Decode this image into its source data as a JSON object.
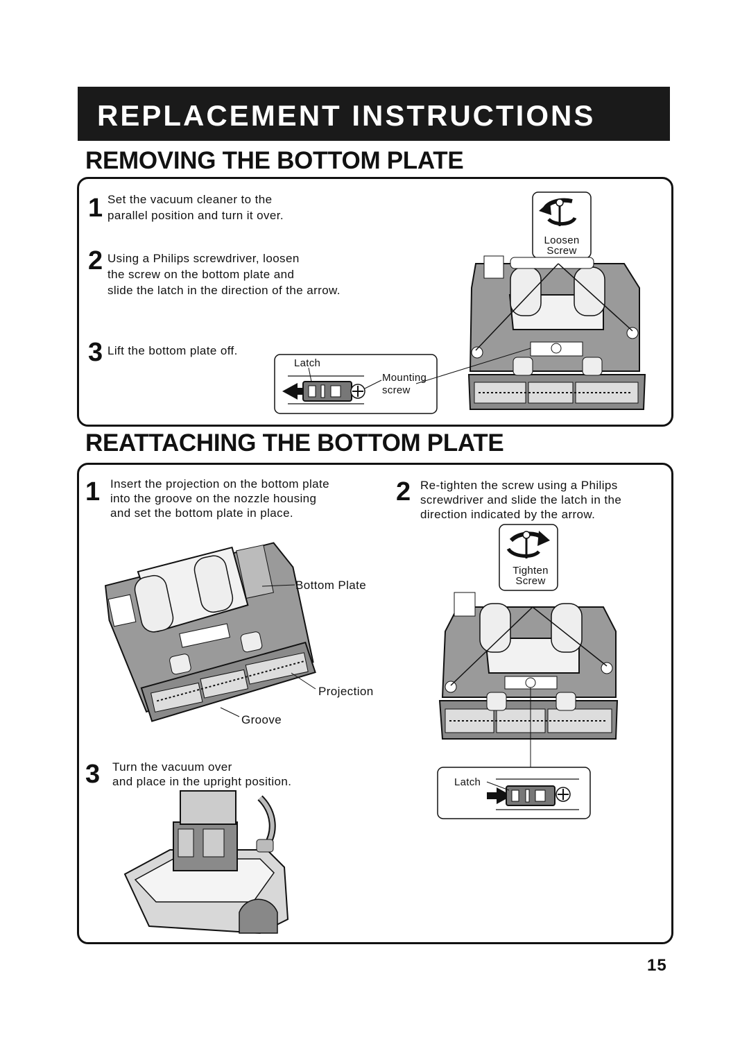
{
  "page": {
    "title": "REPLACEMENT INSTRUCTIONS",
    "page_number": "15"
  },
  "removing": {
    "title": "REMOVING THE BOTTOM PLATE",
    "steps": [
      {
        "num": "1",
        "lines": [
          "Set the vacuum cleaner to the",
          "parallel position and turn it over."
        ]
      },
      {
        "num": "2",
        "lines": [
          "Using a Philips screwdriver, loosen",
          "the screw on the bottom plate and",
          "slide the latch in the direction of the arrow."
        ]
      },
      {
        "num": "3",
        "lines": [
          "Lift the bottom plate off."
        ]
      }
    ],
    "labels": {
      "latch": "Latch",
      "mounting_1": "Mounting",
      "mounting_2": "screw",
      "loosen_1": "Loosen",
      "loosen_2": "Screw"
    }
  },
  "reattaching": {
    "title": "REATTACHING THE BOTTOM PLATE",
    "steps": [
      {
        "num": "1",
        "lines": [
          "Insert the projection on the bottom plate",
          "into the groove on the nozzle housing",
          "and set the bottom  plate  in place."
        ]
      },
      {
        "num": "2",
        "lines": [
          "Re-tighten the screw using a Philips",
          "screwdriver and slide the latch in the",
          "direction indicated by the arrow."
        ]
      },
      {
        "num": "3",
        "lines": [
          "Turn the vacuum over",
          "and place in the upright position."
        ]
      }
    ],
    "labels": {
      "bottom_plate": "Bottom Plate",
      "projection": "Projection",
      "groove": "Groove",
      "tighten_1": "Tighten",
      "tighten_2": "Screw",
      "latch": "Latch"
    }
  },
  "icons": [
    "loosen-screw-icon",
    "tighten-screw-icon",
    "latch-arrow-icon",
    "screw-head-icon"
  ]
}
